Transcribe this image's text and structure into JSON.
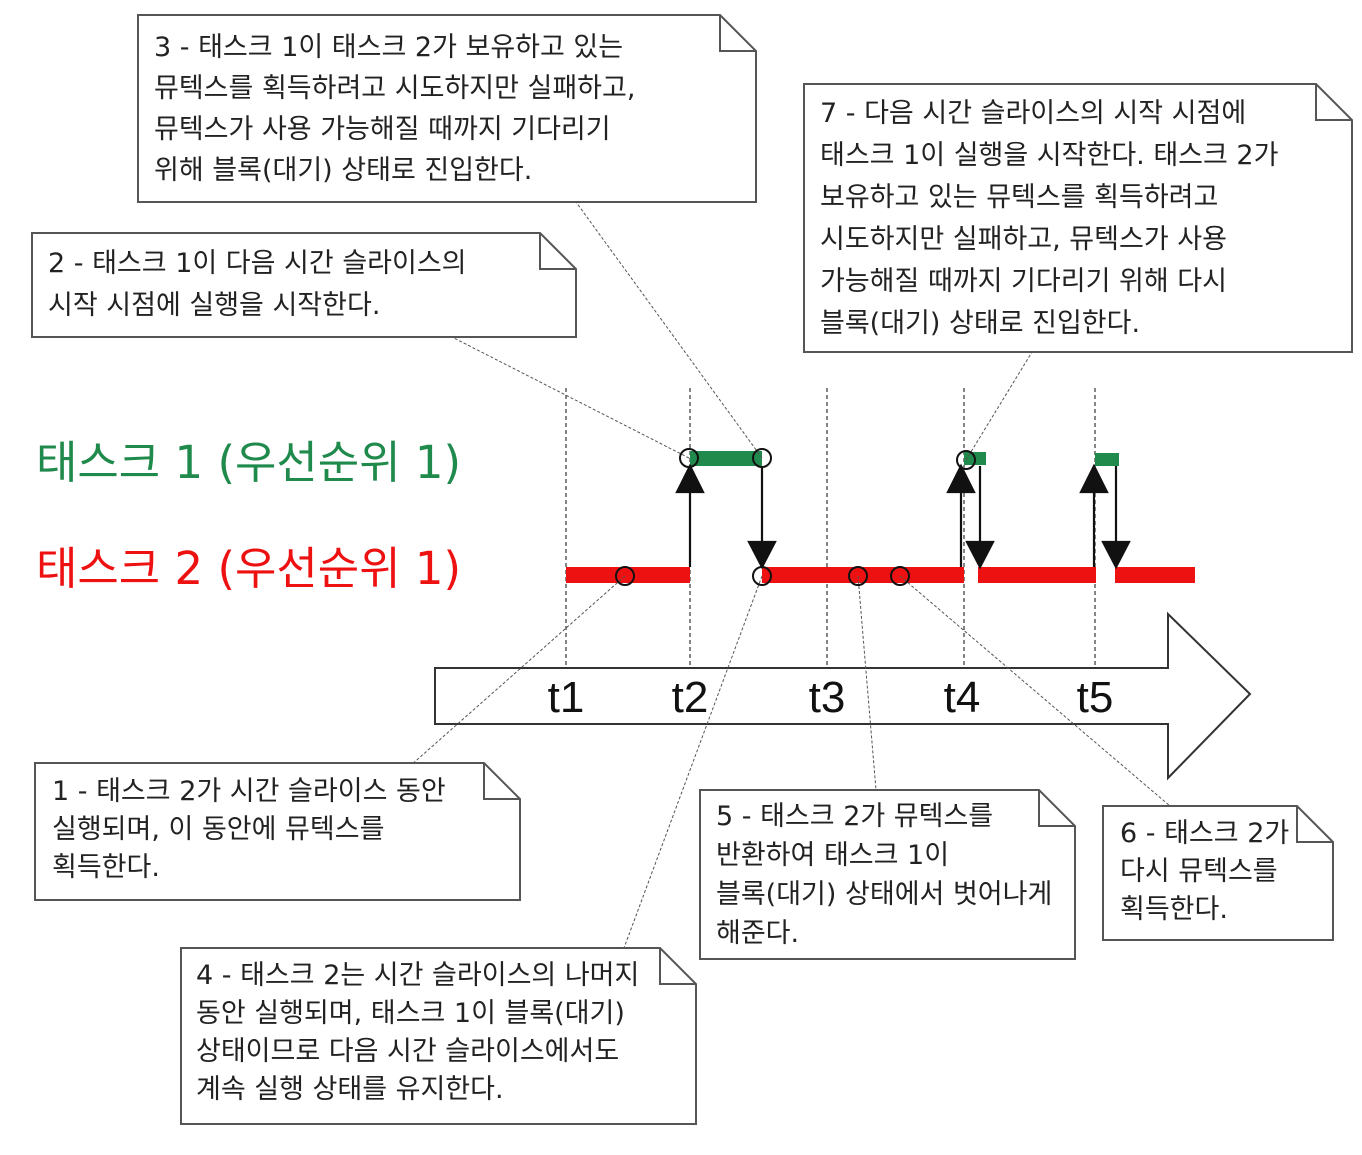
{
  "colors": {
    "task1": "#1f8a4c",
    "task2": "#ee1111",
    "note_border": "#555555",
    "leader_line": "#555555"
  },
  "lanes": {
    "task1_label": "태스크 1 (우선순위 1)",
    "task2_label": "태스크 2 (우선순위 1)"
  },
  "timeline": {
    "ticks": [
      "t1",
      "t2",
      "t3",
      "t4",
      "t5"
    ]
  },
  "notes": [
    {
      "id": "note-1",
      "lines": [
        "1 - 태스크 2가 시간 슬라이스 동안",
        "실행되며, 이 동안에 뮤텍스를",
        "획득한다."
      ]
    },
    {
      "id": "note-2",
      "lines": [
        "2 - 태스크 1이 다음 시간 슬라이스의",
        "시작 시점에 실행을 시작한다."
      ]
    },
    {
      "id": "note-3",
      "lines": [
        "3 - 태스크 1이 태스크 2가 보유하고 있는",
        "뮤텍스를 획득하려고 시도하지만 실패하고,",
        "뮤텍스가 사용 가능해질 때까지 기다리기",
        "위해 블록(대기) 상태로 진입한다."
      ]
    },
    {
      "id": "note-4",
      "lines": [
        "4 - 태스크 2는 시간 슬라이스의 나머지",
        "동안 실행되며, 태스크 1이 블록(대기)",
        "상태이므로 다음 시간 슬라이스에서도",
        "계속 실행 상태를 유지한다."
      ]
    },
    {
      "id": "note-5",
      "lines": [
        "5 - 태스크 2가 뮤텍스를",
        "반환하여 태스크 1이",
        "블록(대기) 상태에서 벗어나게",
        "해준다."
      ]
    },
    {
      "id": "note-6",
      "lines": [
        "6 - 태스크 2가",
        "다시 뮤텍스를",
        "획득한다."
      ]
    },
    {
      "id": "note-7",
      "lines": [
        "7 - 다음 시간 슬라이스의 시작 시점에",
        "태스크 1이 실행을 시작한다. 태스크 2가",
        "보유하고 있는 뮤텍스를 획득하려고",
        "시도하지만 실패하고, 뮤텍스가 사용",
        "가능해질 때까지 기다리기 위해 다시",
        "블록(대기) 상태로 진입한다."
      ]
    }
  ]
}
